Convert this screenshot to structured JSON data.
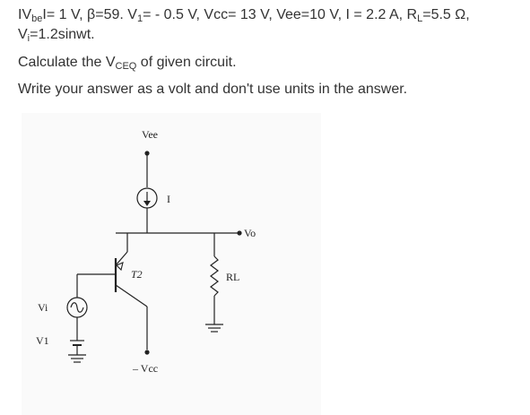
{
  "question": {
    "line1": {
      "vbe_prefix": "IV",
      "vbe_sub": "be",
      "vbe_rest": "I= 1 V, β=59.  V",
      "v1_sub": "1",
      "v1_rest": "= - 0.5 V, Vcc= 13 V,  Vee=10 V, I = 2.2 A, R",
      "rl_sub": "L",
      "rl_rest": "=5.5 Ω,"
    },
    "line2": {
      "vi_prefix": "V",
      "vi_sub": "i",
      "vi_rest": "=1.2sinwt."
    },
    "line3": {
      "pre": "Calculate the V",
      "sub": "CEQ",
      "post": " of given circuit."
    },
    "line4": "Write your answer as a volt and don't use units in the answer."
  },
  "circuit": {
    "vee_label": "Vee",
    "current_label": "I",
    "vo_label": "Vo",
    "transistor_label": "T2",
    "rl_label": "RL",
    "vi_label": "Vi",
    "v1_label": "V1",
    "vcc_label": "– Vcc"
  }
}
